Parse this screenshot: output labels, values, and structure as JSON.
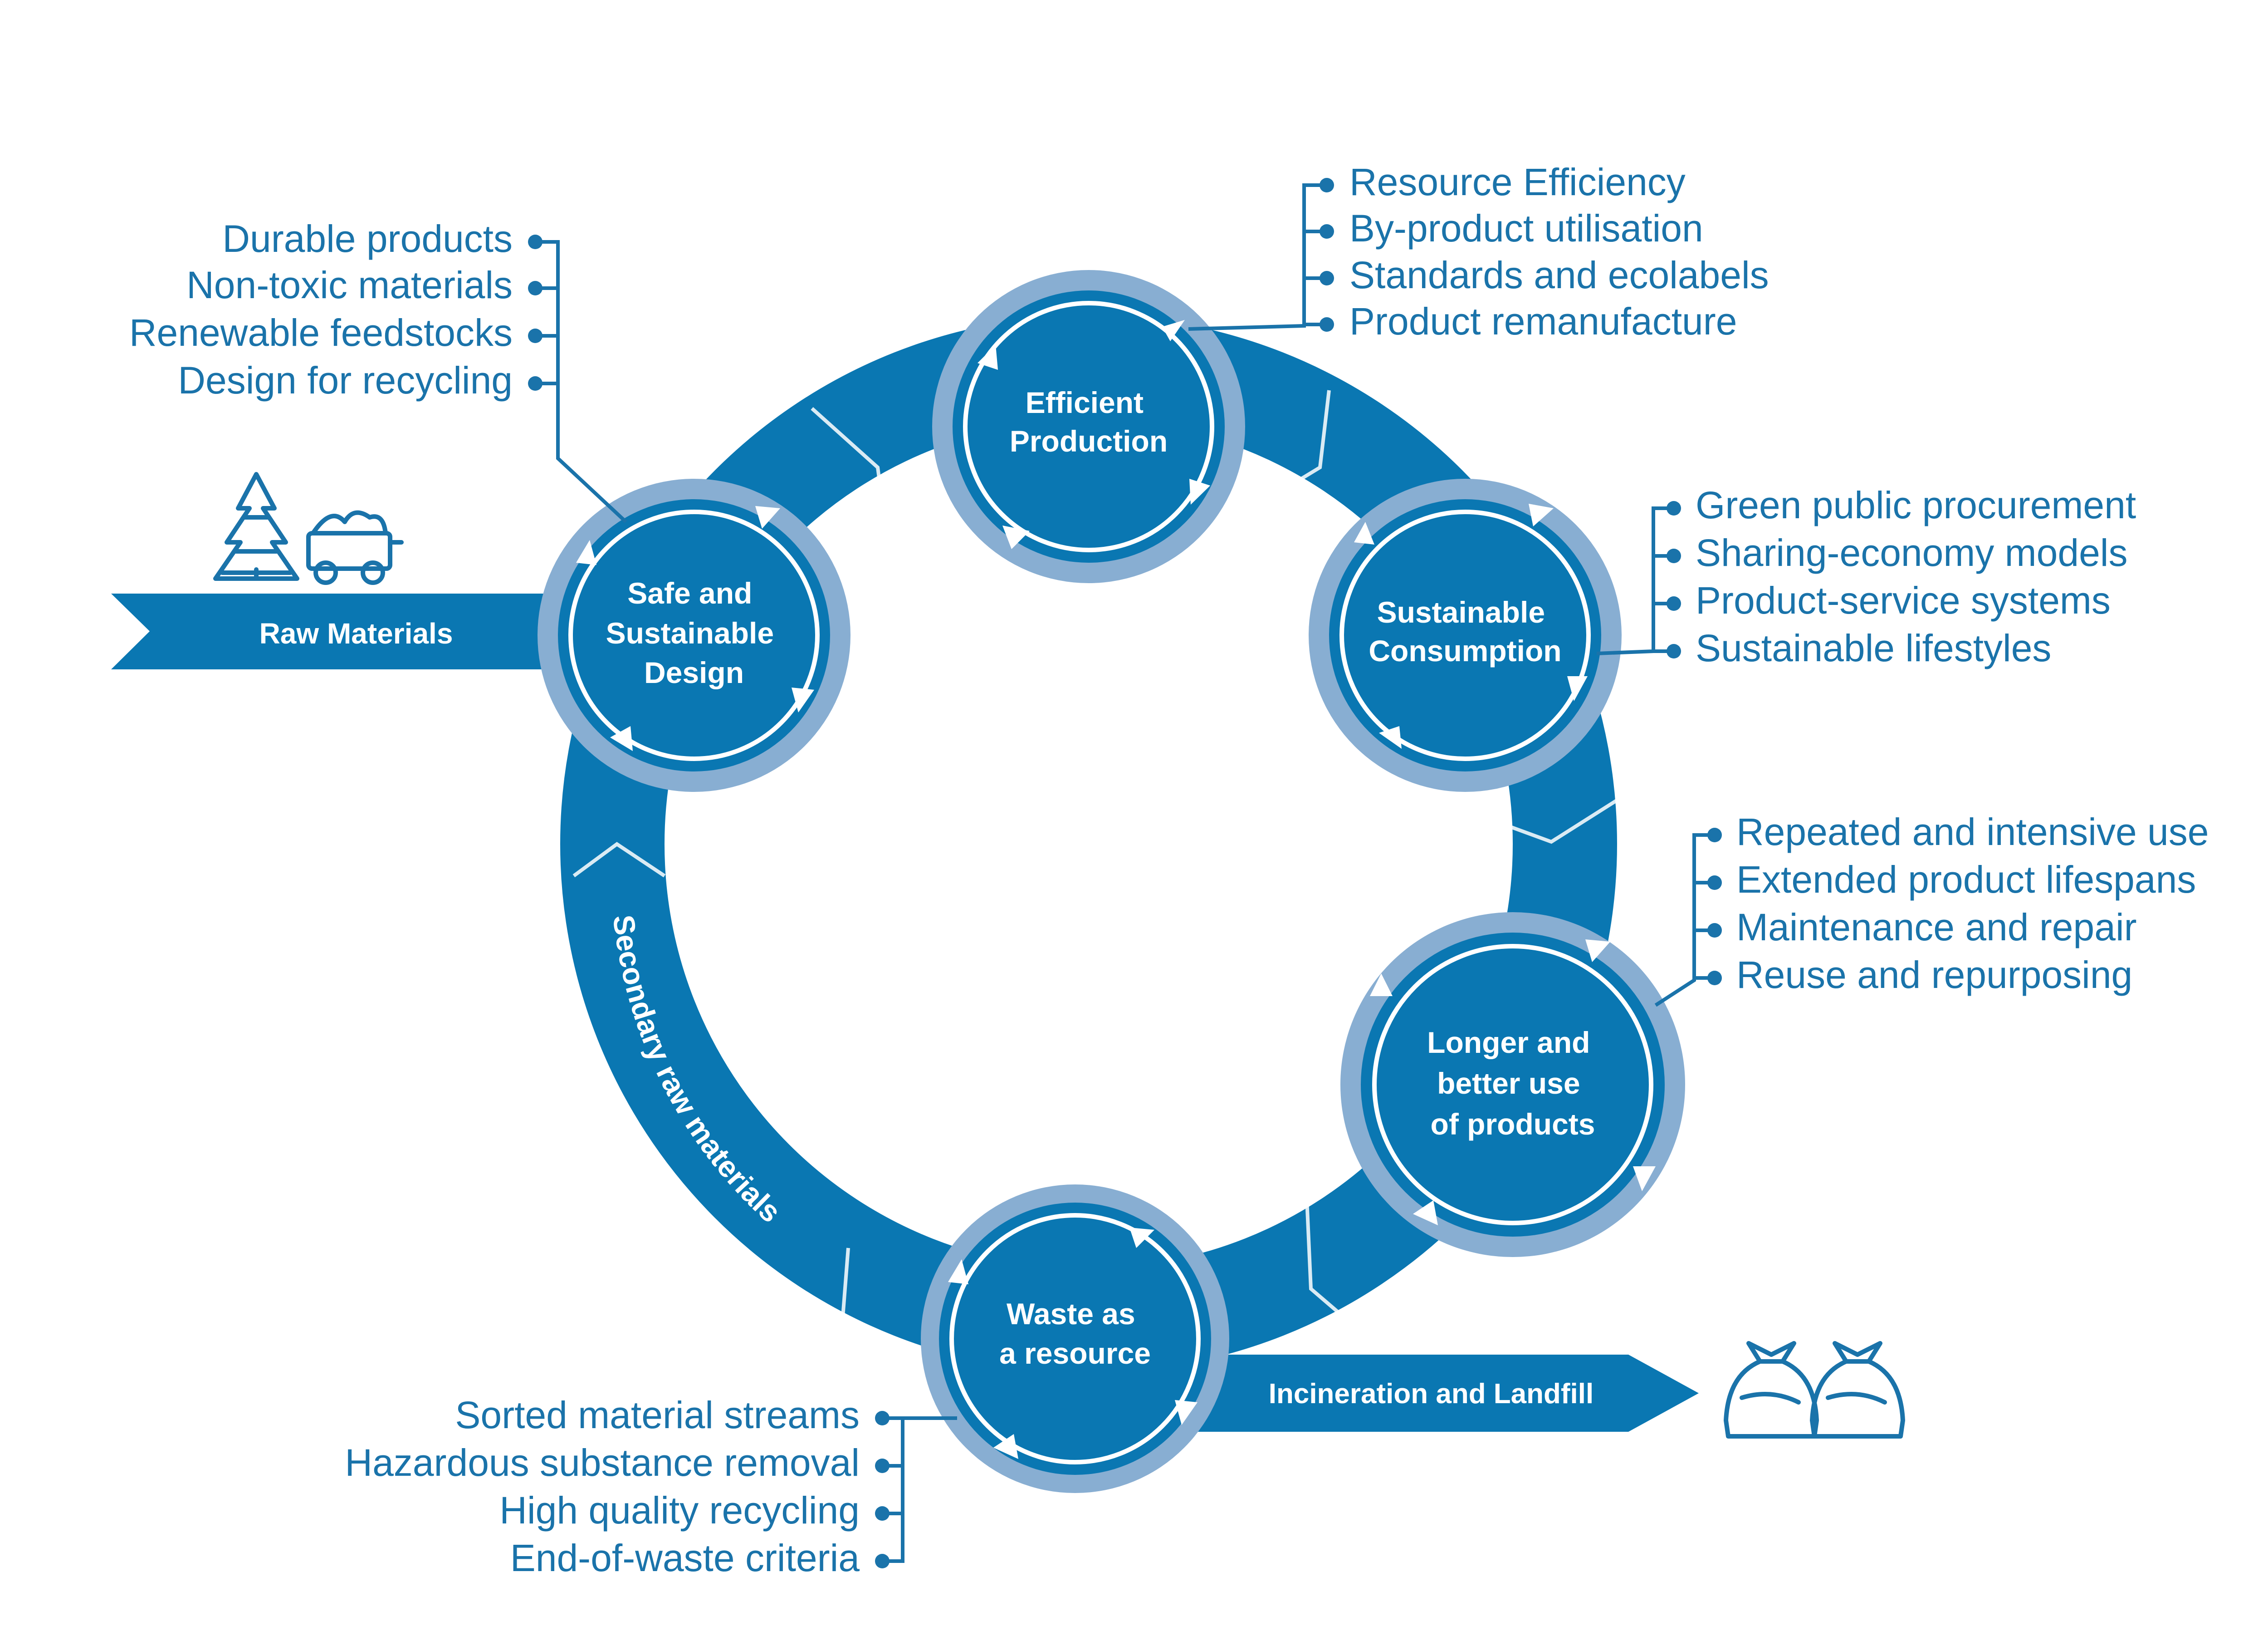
{
  "colors": {
    "primary": "#0a77b2",
    "halo": "#88aed2",
    "text_blue": "#1a73aa",
    "white": "#ffffff"
  },
  "nodes": [
    {
      "id": "efficient-production",
      "lines": [
        "Efficient",
        "Production"
      ]
    },
    {
      "id": "sustainable-consumption",
      "lines": [
        "Sustainable",
        "Consumption"
      ]
    },
    {
      "id": "longer-better-use",
      "lines": [
        "Longer and",
        "better use",
        "of products"
      ]
    },
    {
      "id": "waste-as-resource",
      "lines": [
        "Waste as",
        "a resource"
      ]
    },
    {
      "id": "safe-sustainable-design",
      "lines": [
        "Safe and",
        "Sustainable",
        "Design"
      ]
    }
  ],
  "flows": {
    "raw_materials": "Raw Materials",
    "incineration_landfill": "Incineration and Landfill",
    "secondary_raw_materials": "Secondary raw materials"
  },
  "lists": {
    "efficient_production": [
      "Resource Efficiency",
      "By-product utilisation",
      "Standards and ecolabels",
      "Product remanufacture"
    ],
    "safe_design": [
      "Durable products",
      "Non-toxic materials",
      "Renewable feedstocks",
      "Design for recycling"
    ],
    "sustainable_consumption": [
      "Green public procurement",
      "Sharing-economy models",
      "Product-service systems",
      "Sustainable lifestyles"
    ],
    "longer_use": [
      "Repeated and intensive use",
      "Extended product lifespans",
      "Maintenance and repair",
      "Reuse and repurposing"
    ],
    "waste_resource": [
      "Sorted material streams",
      "Hazardous substance removal",
      "High quality recycling",
      "End-of-waste criteria"
    ]
  },
  "icons": [
    "tree-icon",
    "ore-cart-icon",
    "trash-bag-icon"
  ]
}
